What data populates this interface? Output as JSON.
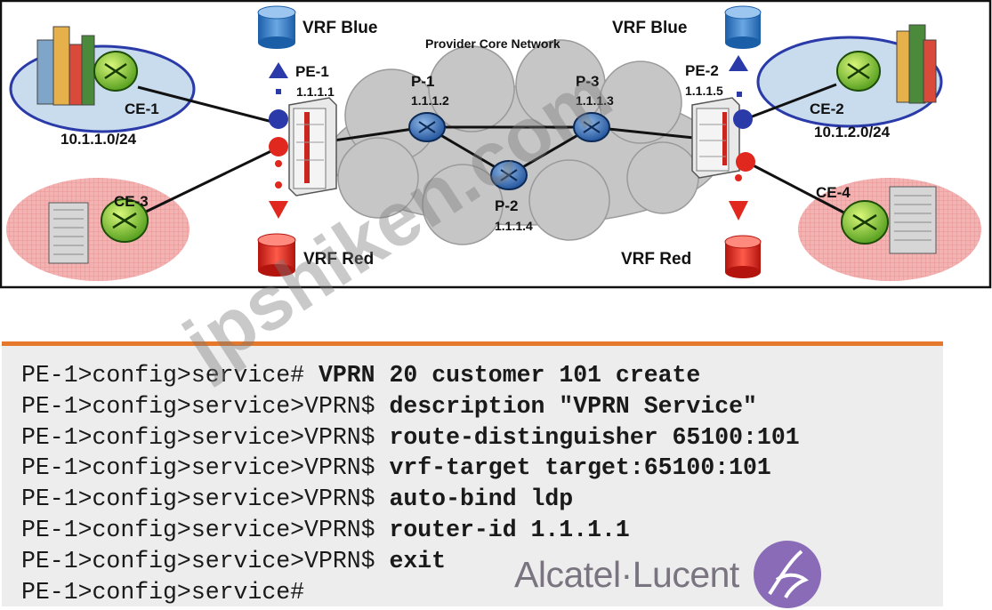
{
  "diagram": {
    "title": "Provider Core Network",
    "vrf_blue_left": "VRF Blue",
    "vrf_blue_right": "VRF Blue",
    "vrf_red_left": "VRF Red",
    "vrf_red_right": "VRF Red",
    "pe1": {
      "label": "PE-1",
      "ip": "1.1.1.1"
    },
    "pe2": {
      "label": "PE-2",
      "ip": "1.1.1.5"
    },
    "p1": {
      "label": "P-1",
      "ip": "1.1.1.2"
    },
    "p2": {
      "label": "P-2",
      "ip": "1.1.1.4"
    },
    "p3": {
      "label": "P-3",
      "ip": "1.1.1.3"
    },
    "ce1": {
      "label": "CE-1",
      "subnet": "10.1.1.0/24"
    },
    "ce2": {
      "label": "CE-2",
      "subnet": "10.1.2.0/24"
    },
    "ce3": {
      "label": "CE-3"
    },
    "ce4": {
      "label": "CE-4"
    },
    "colors": {
      "blue": "#2a3aa8",
      "red": "#e0281e",
      "red_fill": "#f1a9a9",
      "blue_fill": "#c9dced",
      "cloud": "#c6c6c6"
    }
  },
  "cli": {
    "lines": [
      {
        "prompt": "PE-1>config>service# ",
        "cmd": "VPRN 20 customer 101 create"
      },
      {
        "prompt": "PE-1>config>service>VPRN$ ",
        "cmd": "description \"VPRN Service\""
      },
      {
        "prompt": "PE-1>config>service>VPRN$ ",
        "cmd": "route-distinguisher 65100:101"
      },
      {
        "prompt": "PE-1>config>service>VPRN$ ",
        "cmd": "vrf-target target:65100:101"
      },
      {
        "prompt": "PE-1>config>service>VPRN$ ",
        "cmd": "auto-bind ldp"
      },
      {
        "prompt": "PE-1>config>service>VPRN$ ",
        "cmd": "router-id 1.1.1.1"
      },
      {
        "prompt": "PE-1>config>service>VPRN$ ",
        "cmd": "exit"
      },
      {
        "prompt": "PE-1>config>service#",
        "cmd": ""
      }
    ]
  },
  "brand": {
    "text": "Alcatel·Lucent"
  },
  "watermark": {
    "text": "jpshiken.com"
  }
}
